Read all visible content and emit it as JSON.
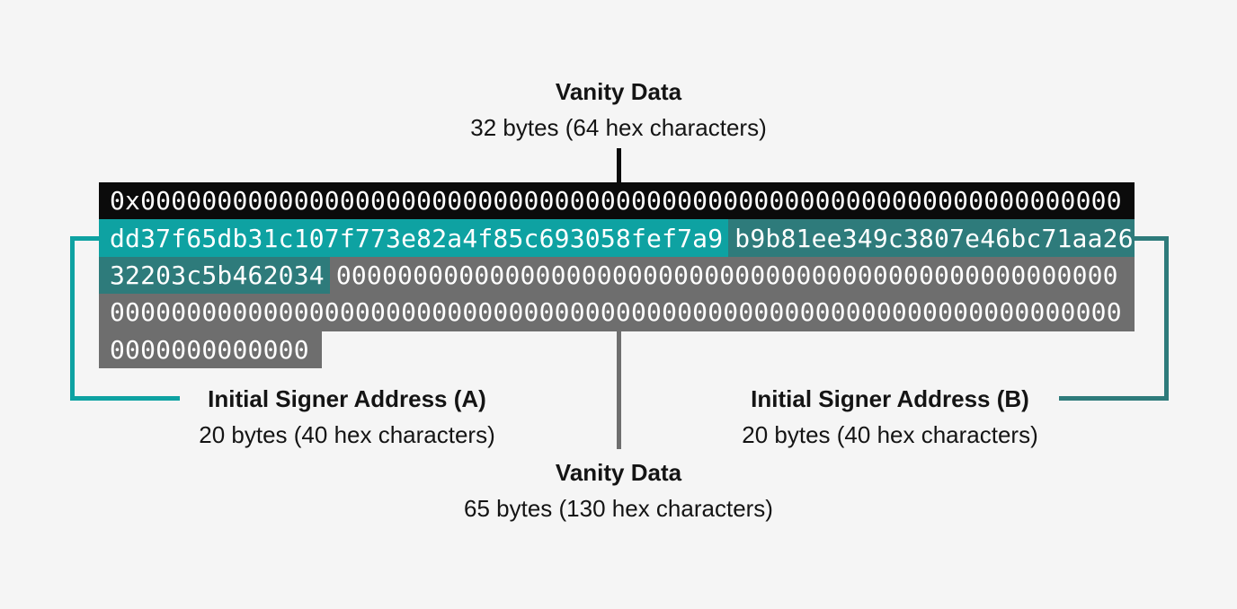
{
  "colors": {
    "background": "#f5f5f5",
    "black_bar": "#0b0b0b",
    "teal_bright": "#0ea2a2",
    "teal_dark": "#2e7b7b",
    "gray_bar": "#6e6e6e",
    "hex_text": "#ffffff",
    "label_text": "#141414"
  },
  "labels": {
    "top": {
      "title": "Vanity Data",
      "subtitle": "32 bytes (64 hex characters)"
    },
    "bottom": {
      "title": "Vanity Data",
      "subtitle": "65 bytes (130 hex characters)"
    },
    "signer_a": {
      "title": "Initial Signer Address (A)",
      "subtitle": "20 bytes (40 hex characters)"
    },
    "signer_b": {
      "title": "Initial Signer Address (B)",
      "subtitle": "20 bytes (40 hex characters)"
    }
  },
  "hex": {
    "row1": "0x0000000000000000000000000000000000000000000000000000000000000000",
    "row2_signer_a": "dd37f65db31c107f773e82a4f85c693058fef7a9",
    "row2_signer_b": "b9b81ee349c3807e46bc71aa26",
    "row3_signer_b": "32203c5b462034",
    "row3_zeros": "000000000000000000000000000000000000000000000000000",
    "row4_zeros": "000000000000000000000000000000000000000000000000000000000000000000",
    "row5_zeros": "0000000000000"
  }
}
